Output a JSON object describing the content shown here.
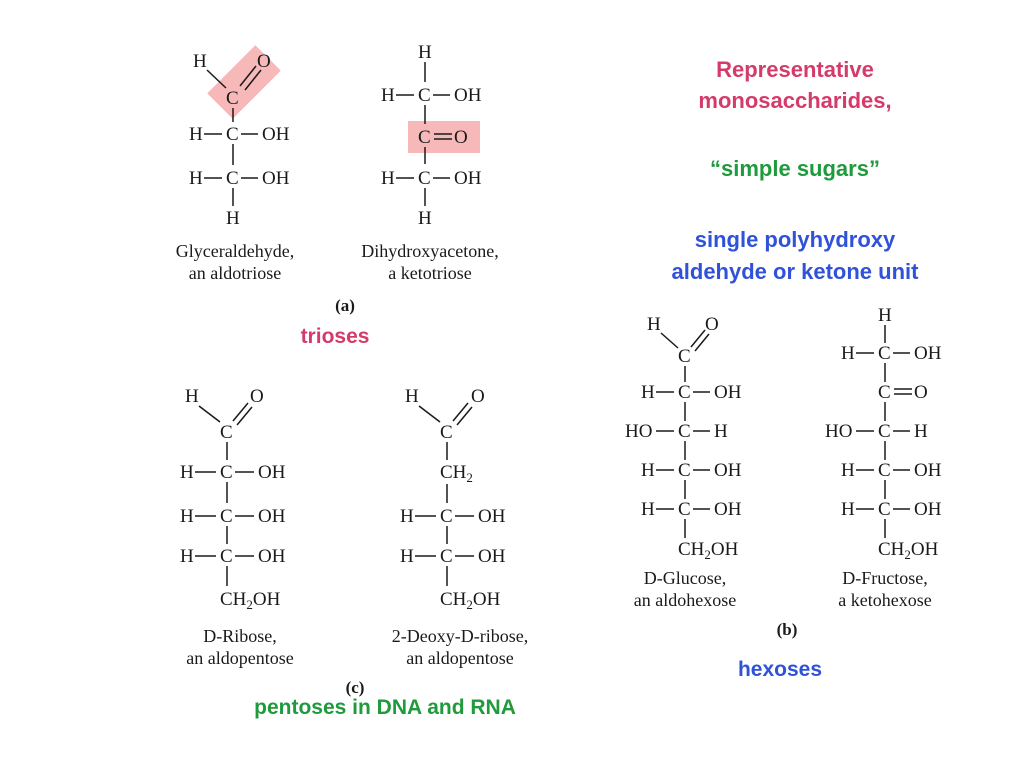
{
  "colors": {
    "pink": "#d53b6a",
    "green": "#1f9a3c",
    "blue": "#2f52d8",
    "highlight": "#f6b8b8"
  },
  "title": {
    "line1": "Representative",
    "line2": "monosaccharides,"
  },
  "simple_sugars": "“simple sugars”",
  "definition": {
    "line1": "single polyhydroxy",
    "line2": "aldehyde or ketone unit"
  },
  "group_labels": {
    "trioses": "trioses",
    "hexoses": "hexoses",
    "pentoses": "pentoses in DNA and RNA"
  },
  "panels": {
    "a": "(a)",
    "b": "(b)",
    "c": "(c)"
  },
  "atoms": {
    "H": "H",
    "O": "O",
    "C": "C",
    "OH": "OH",
    "HO": "HO",
    "CH": "CH",
    "sub2": "2"
  },
  "captions": {
    "glyceraldehyde": {
      "line1": "Glyceraldehyde,",
      "line2": "an aldotriose"
    },
    "dihydroxyacetone": {
      "line1": "Dihydroxyacetone,",
      "line2": "a ketotriose"
    },
    "glucose": {
      "prefix": "D",
      "name": "-Glucose,",
      "line2": "an aldohexose"
    },
    "fructose": {
      "prefix": "D",
      "name": "-Fructose,",
      "line2": "a ketohexose"
    },
    "ribose": {
      "prefix": "D",
      "name": "-Ribose,",
      "line2": "an aldopentose"
    },
    "deoxyribose": {
      "pre": "2-Deoxy-",
      "prefix": "D",
      "name": "-ribose,",
      "line2": "an aldopentose"
    }
  }
}
